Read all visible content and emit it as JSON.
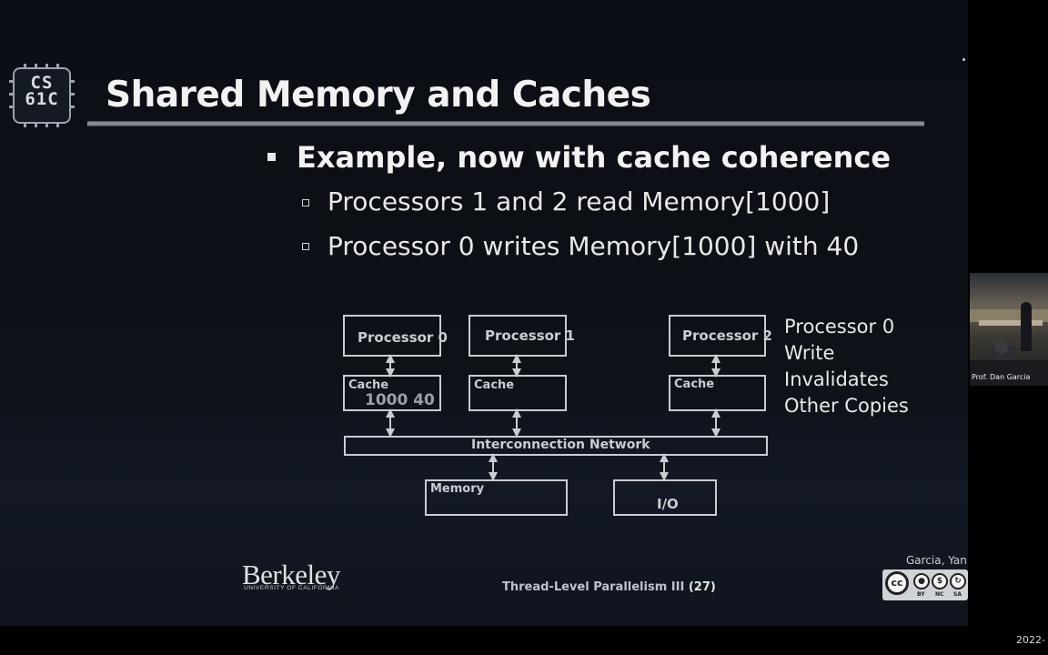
{
  "logo": {
    "text_line1": "CS",
    "text_line2": "61C"
  },
  "title": "Shared Memory and Caches",
  "bullet": "Example, now with cache coherence",
  "subbullets": [
    "Processors 1 and 2 read Memory[1000]",
    "Processor 0 writes Memory[1000] with 40"
  ],
  "diagram": {
    "processors": [
      "Processor 0",
      "Processor 1",
      "Processor 2"
    ],
    "cache_label": "Cache",
    "cache0_value": "1000 40",
    "network_label": "Interconnection Network",
    "memory_label": "Memory",
    "io_label": "I/O"
  },
  "note_lines": [
    "Processor 0",
    "Write",
    "Invalidates",
    "Other Copies"
  ],
  "footer": {
    "institution": "Berkeley",
    "institution_sub": "UNIVERSITY OF CALIFORNIA",
    "lecture": "Thread-Level Parallelism III",
    "slide_number": "(27)",
    "author": "Garcia, Yan",
    "license_tags": [
      "BY",
      "NC",
      "SA"
    ]
  },
  "webcam": {
    "name": "Prof. Dan Garcia"
  },
  "date_fragment": "2022-"
}
